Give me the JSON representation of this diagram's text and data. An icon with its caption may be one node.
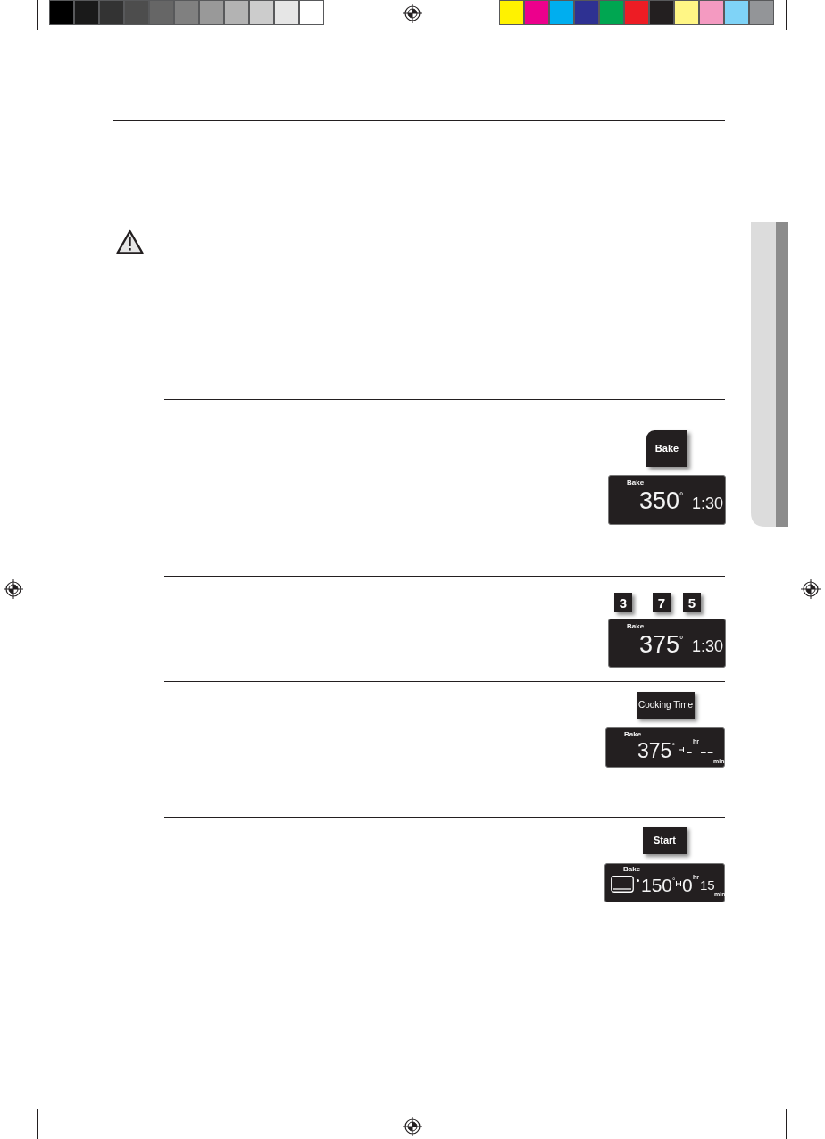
{
  "diagram": {
    "nodes": [
      {
        "text": [
          "Bake"
        ]
      },
      {
        "text": [
          "Bake",
          "350$^{°}$",
          "1:30"
        ]
      },
      {
        "text": [
          "3"
        ]
      },
      {
        "text": [
          "7"
        ]
      },
      {
        "text": [
          "5"
        ]
      },
      {
        "text": [
          "Bake",
          "375$^{°}$",
          "1:30"
        ]
      },
      {
        "text": [
          "Cooking Time"
        ]
      },
      {
        "text": [
          "Bake",
          "375$^{°}$",
          "-",
          "hr",
          "--",
          "min"
        ]
      },
      {
        "text": [
          "Start"
        ]
      },
      {
        "text": [
          "Bake",
          "150$^{°}$",
          "0",
          "hr",
          "15",
          "min"
        ]
      }
    ]
  }
}
